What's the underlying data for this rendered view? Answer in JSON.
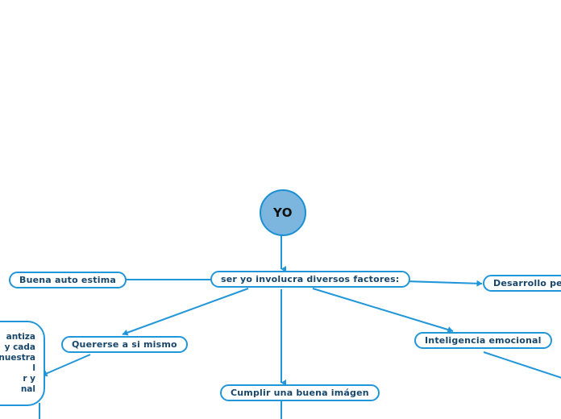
{
  "diagram": {
    "type": "mind-map",
    "background_color": "#ffffff",
    "edge_color": "#2196d9",
    "node_border_color": "#2196d9",
    "node_text_color": "#17466b",
    "root_fill_color": "#7cb5dd",
    "root_border_color": "#1a8fd4",
    "root_text_color": "#111111"
  },
  "root": {
    "label": "YO"
  },
  "center": {
    "label": "ser yo involucra diversos factores:"
  },
  "branches": [
    {
      "id": "buena-auto-estima",
      "label": "Buena auto estima"
    },
    {
      "id": "desarrollo-personal",
      "label": "Desarrollo person"
    },
    {
      "id": "quererse-a-si-mismo",
      "label": "Quererse a si mismo"
    },
    {
      "id": "inteligencia-emocional",
      "label": "Inteligencia emocional"
    },
    {
      "id": "cumplir-una-buena-imagen",
      "label": "Cumplir una buena imágen"
    }
  ],
  "clipped_note": {
    "lines": [
      "antiza",
      "y cada",
      "nuestra",
      "l",
      "r y",
      "nal"
    ]
  }
}
